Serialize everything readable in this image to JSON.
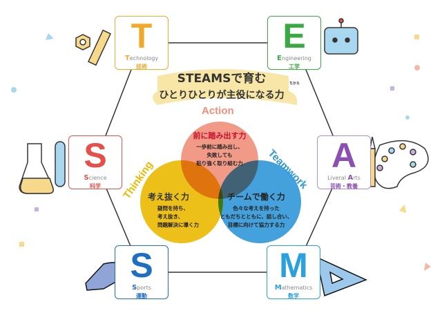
{
  "title": {
    "line1": "STEAMSで育む",
    "line2": "ひとりひとりが主役になる力",
    "ruby": "ちから"
  },
  "letters": [
    {
      "letter": "T",
      "en_initial": "T",
      "en_rest": "echnology",
      "ja": "技術",
      "color": "#f0a92b"
    },
    {
      "letter": "E",
      "en_initial": "E",
      "en_rest": "ngineering",
      "ja": "工学",
      "color": "#3aa843"
    },
    {
      "letter": "S",
      "en_initial": "S",
      "en_rest": "cience",
      "ja": "科学",
      "color": "#e5504a"
    },
    {
      "letter": "A",
      "en_initial": "A",
      "en_rest": "rts",
      "en_prefix": "Liveral ",
      "ja": "芸術・教養",
      "color": "#8a4fb0"
    },
    {
      "letter": "S",
      "en_initial": "S",
      "en_rest": "ports",
      "ja": "運動",
      "color": "#1f6fc0"
    },
    {
      "letter": "M",
      "en_initial": "M",
      "en_rest": "athematics",
      "ja": "数学",
      "color": "#2aa0dc"
    }
  ],
  "circles": {
    "action": {
      "label": "Action",
      "heading": "前に踏み出す力",
      "desc": [
        "一歩前に踏み出し、",
        "失敗しても",
        "粘り強く取り組む力"
      ],
      "color": "#ef8f7a"
    },
    "thinking": {
      "label": "Thinking",
      "heading": "考え抜く力",
      "desc": [
        "疑問を持ち、",
        "考え抜き、",
        "問題解決に導く力"
      ],
      "color": "#eab800"
    },
    "teamwork": {
      "label": "Teamwork",
      "heading": "チームで働く力",
      "desc": [
        "色々な考えを持った",
        "ともだちとともに、話し合い、",
        "目標に向けて協力する力"
      ],
      "color": "#2f97d8"
    }
  }
}
